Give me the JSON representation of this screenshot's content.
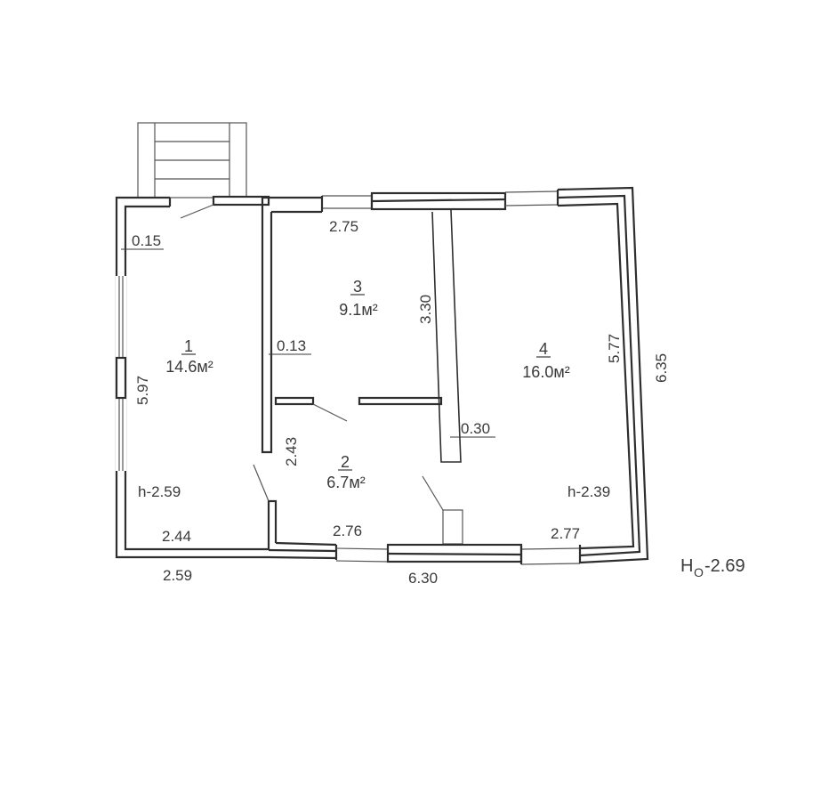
{
  "plan": {
    "rooms": [
      {
        "number": "1",
        "area": "14.6м²",
        "height": "h-2.59"
      },
      {
        "number": "2",
        "area": "6.7м²"
      },
      {
        "number": "3",
        "area": "9.1м²"
      },
      {
        "number": "4",
        "area": "16.0м²",
        "height": "h-2.39"
      }
    ],
    "dimensions": {
      "porch_wall": "0.15",
      "room3_top": "2.75",
      "room3_side": "3.30",
      "partition_1_3": "0.13",
      "room1_side": "5.97",
      "room2_side": "2.43",
      "partition_2_4": "0.30",
      "room4_inner_side": "5.77",
      "outer_right": "6.35",
      "room1_bottom": "2.44",
      "outer_left_bottom": "2.59",
      "room2_bottom": "2.76",
      "room4_bottom": "2.77",
      "outer_right_bottom": "6.30"
    },
    "overall_height_label": "H",
    "overall_height_sub": "O",
    "overall_height_value": "-2.69"
  }
}
